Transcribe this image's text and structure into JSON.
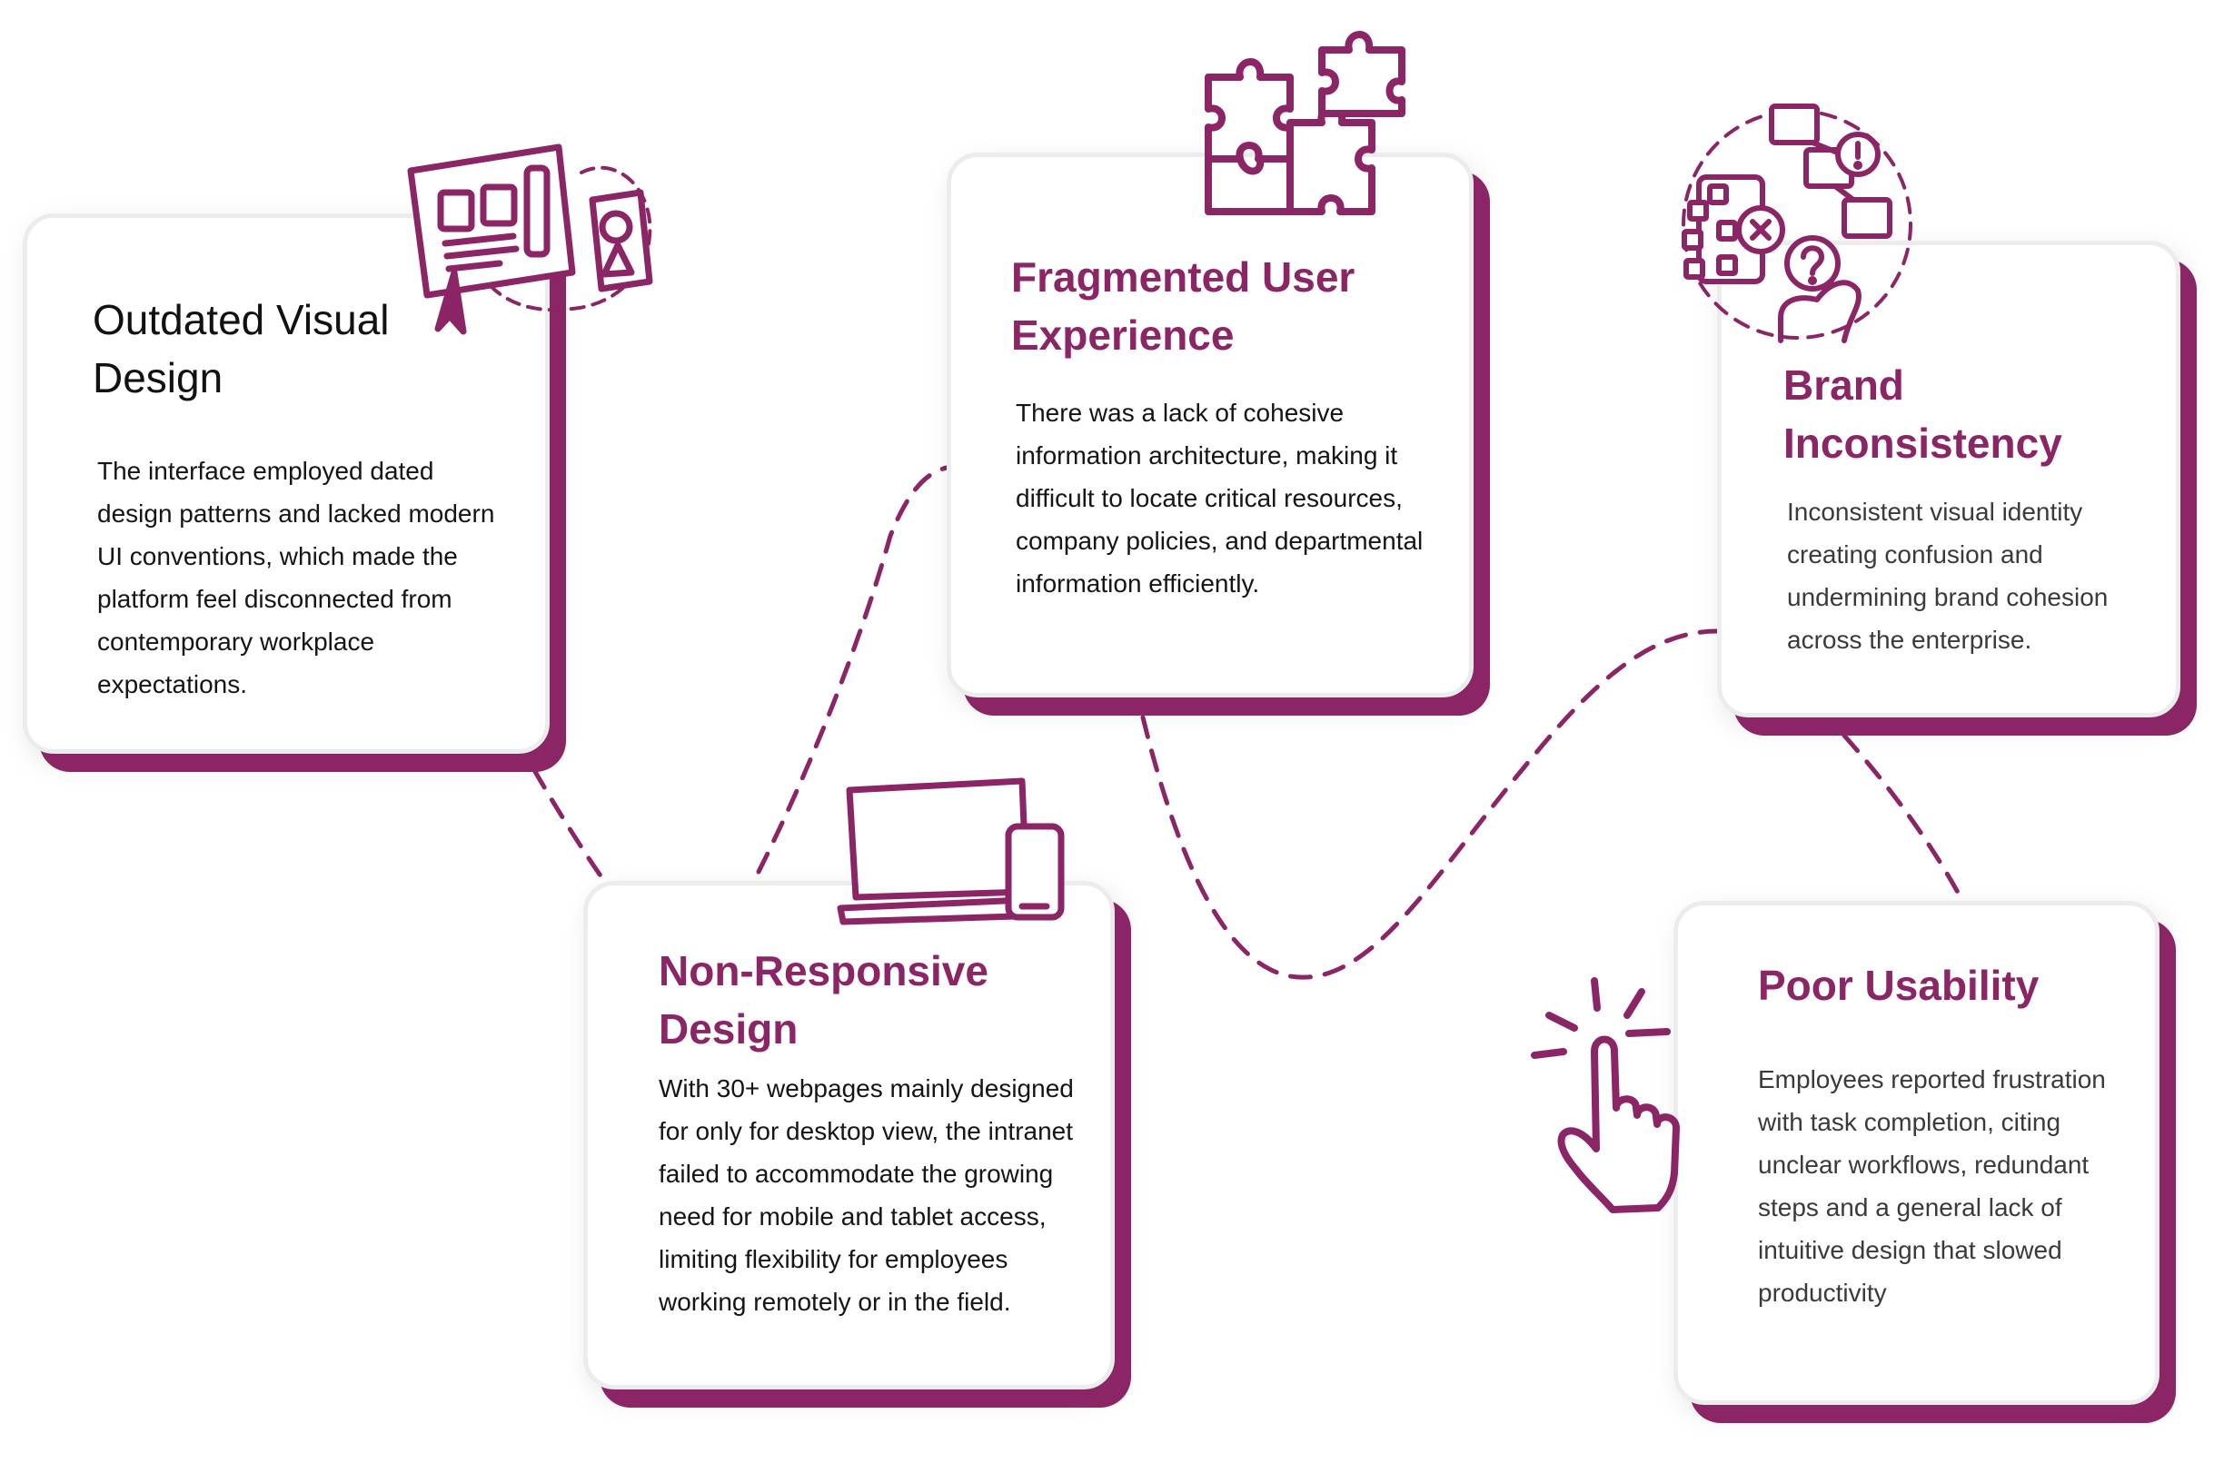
{
  "colors": {
    "accent": "#8b2565",
    "border": "#ececec",
    "text": "#151515"
  },
  "cards": [
    {
      "id": "outdated-visual-design",
      "title": "Outdated Visual Design",
      "body": "The interface employed dated design patterns and lacked modern UI conventions, which made the platform feel disconnected from contemporary workplace expectations.",
      "icon": "webpage-layout-cursor-icon"
    },
    {
      "id": "fragmented-user-experience",
      "title": "Fragmented User Experience",
      "body": "There was a lack of cohesive information architecture, making it difficult to locate critical resources, company policies, and departmental information efficiently.",
      "icon": "puzzle-pieces-icon"
    },
    {
      "id": "brand-inconsistency",
      "title": "Brand Inconsistency",
      "body": "Inconsistent  visual identity creating confusion and undermining brand cohesion across the enterprise.",
      "icon": "confused-person-icon"
    },
    {
      "id": "non-responsive-design",
      "title": "Non-Responsive Design",
      "body": "With 30+ webpages mainly designed for only for desktop view, the intranet failed to accommodate the growing need for mobile and tablet access, limiting flexibility for employees working remotely or in the field.",
      "icon": "laptop-phone-icon"
    },
    {
      "id": "poor-usability",
      "title": "Poor Usability",
      "body": "Employees reported frustration with task completion, citing unclear workflows, redundant steps and a general lack of intuitive design that slowed productivity",
      "icon": "tapping-hand-icon"
    }
  ]
}
